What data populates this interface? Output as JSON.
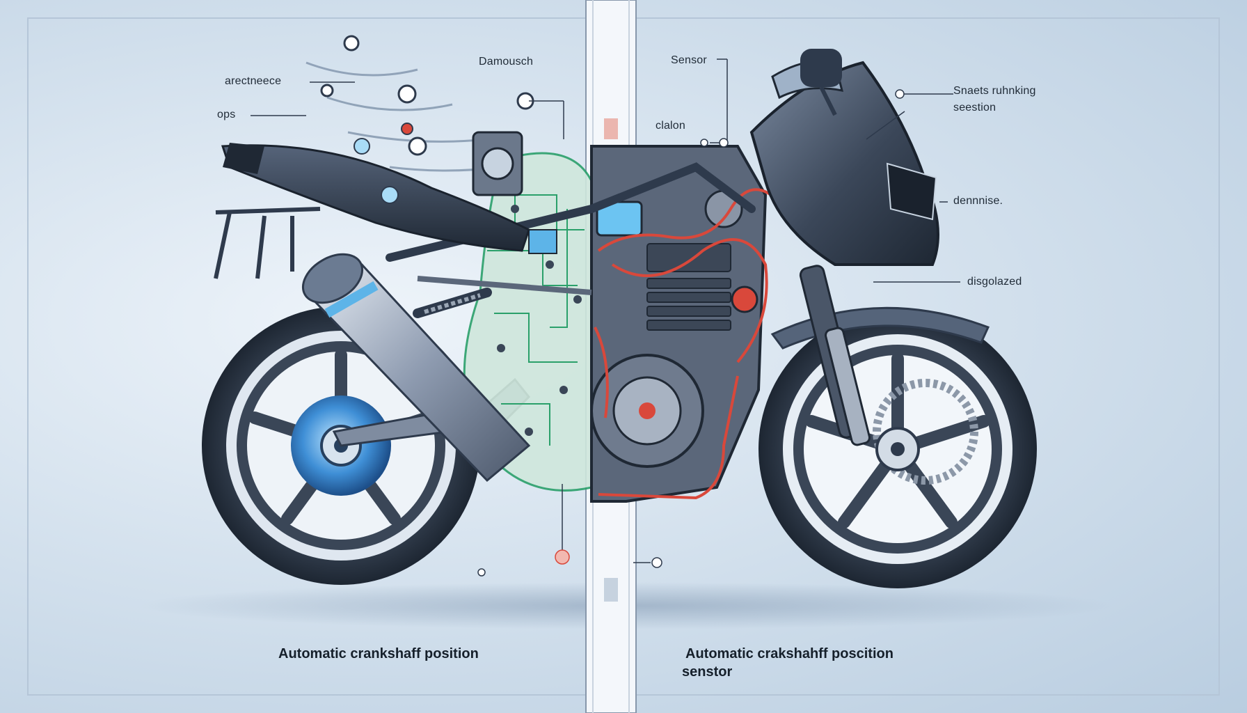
{
  "labels": {
    "areclinence": "arectneece",
    "ops": "ops",
    "damousch": "Damousch",
    "sensor": "Sensor",
    "clalon": "clalon",
    "snaets": "Snaets ruhnking",
    "seestion": "seestion",
    "dennnise": "dennnise.",
    "disgolazed": "disgolazed"
  },
  "captions": {
    "left": "Automatic crankshaff position",
    "right_line1": "Automatic crakshahff poscition",
    "right_line2": "senstor"
  },
  "colors": {
    "background": "#c7d6e6",
    "frame": "#2e3a4c",
    "wire": "#d9483b",
    "circuit": "#2aa06a",
    "hub_blue": "#3f8fd6"
  }
}
